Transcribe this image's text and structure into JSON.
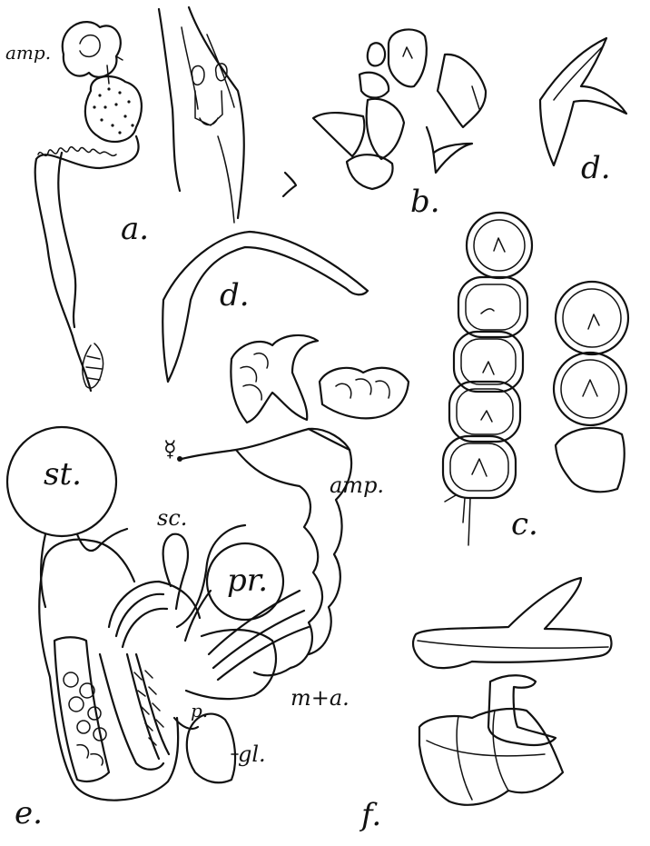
{
  "figure": {
    "panel_labels": {
      "a": "a.",
      "b": "b.",
      "c": "c.",
      "d_top": "d.",
      "d_mid": "d.",
      "e": "e.",
      "f": "f."
    },
    "part_labels": {
      "amp_a": "amp.",
      "st": "st.",
      "hermaphrodite": "☿",
      "amp_e": "amp.",
      "sc": "sc.",
      "pr": "pr.",
      "m_a": "m+a.",
      "p": "p.",
      "gl": "gl."
    }
  }
}
